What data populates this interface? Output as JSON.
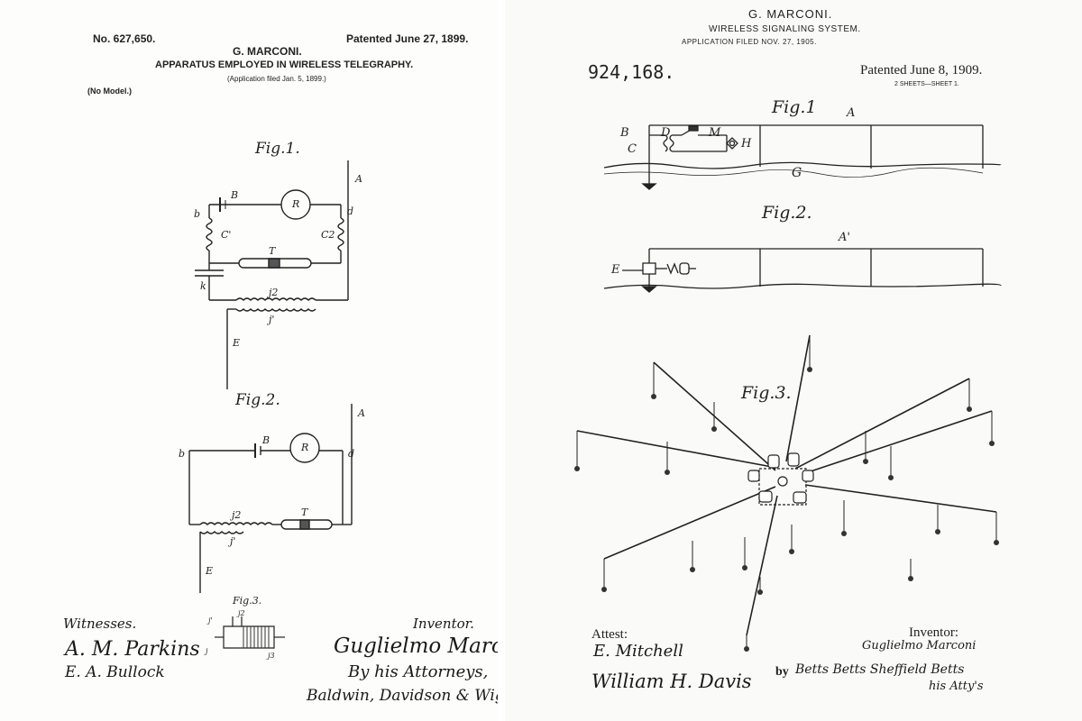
{
  "left_patent": {
    "number": "No. 627,650.",
    "inventor_name": "G. MARCONI.",
    "patented": "Patented June 27, 1899.",
    "title": "APPARATUS EMPLOYED IN WIRELESS TELEGRAPHY.",
    "application": "(Application filed Jan. 5, 1899.)",
    "model": "(No Model.)",
    "figures": {
      "fig1": {
        "title": "Fig.1.",
        "labels": [
          "A",
          "B",
          "R",
          "b",
          "d",
          "C'",
          "C2",
          "T",
          "k",
          "j2",
          "j'",
          "E"
        ]
      },
      "fig2": {
        "title": "Fig.2.",
        "labels": [
          "A",
          "B",
          "R",
          "b",
          "d",
          "j2",
          "T",
          "j'",
          "E"
        ]
      },
      "fig3": {
        "title": "Fig.3.",
        "labels": [
          "j'",
          "j2",
          "j3",
          "j"
        ]
      }
    },
    "witnesses_label": "Witnesses.",
    "witnesses": [
      "A. M. Parkins",
      "E. A. Bullock"
    ],
    "inventor_label": "Inventor.",
    "inventor_signature": "Guglielmo Marconi",
    "attorneys_label": "By his Attorneys,",
    "attorneys": "Baldwin, Davidson & Wight"
  },
  "right_patent": {
    "inventor_name": "G. MARCONI.",
    "title": "WIRELESS SIGNALING SYSTEM.",
    "application": "APPLICATION FILED NOV. 27, 1905.",
    "number": "924,168.",
    "patented": "Patented June 8, 1909.",
    "sheets": "2 SHEETS—SHEET 1.",
    "figures": {
      "fig1": {
        "title": "Fig.1",
        "labels": [
          "A",
          "B",
          "C",
          "D",
          "M",
          "H",
          "G"
        ]
      },
      "fig2": {
        "title": "Fig.2.",
        "labels": [
          "A'",
          "E"
        ]
      },
      "fig3": {
        "title": "Fig.3."
      }
    },
    "attest_label": "Attest:",
    "attest_signatures": [
      "E. Mitchell",
      "William H. Davis"
    ],
    "inventor_label": "Inventor:",
    "inventor_signature": "Guglielmo Marconi",
    "by_label": "by",
    "attorneys_signature": "Betts Betts Sheffield Betts",
    "attys_label": "his Atty's"
  }
}
